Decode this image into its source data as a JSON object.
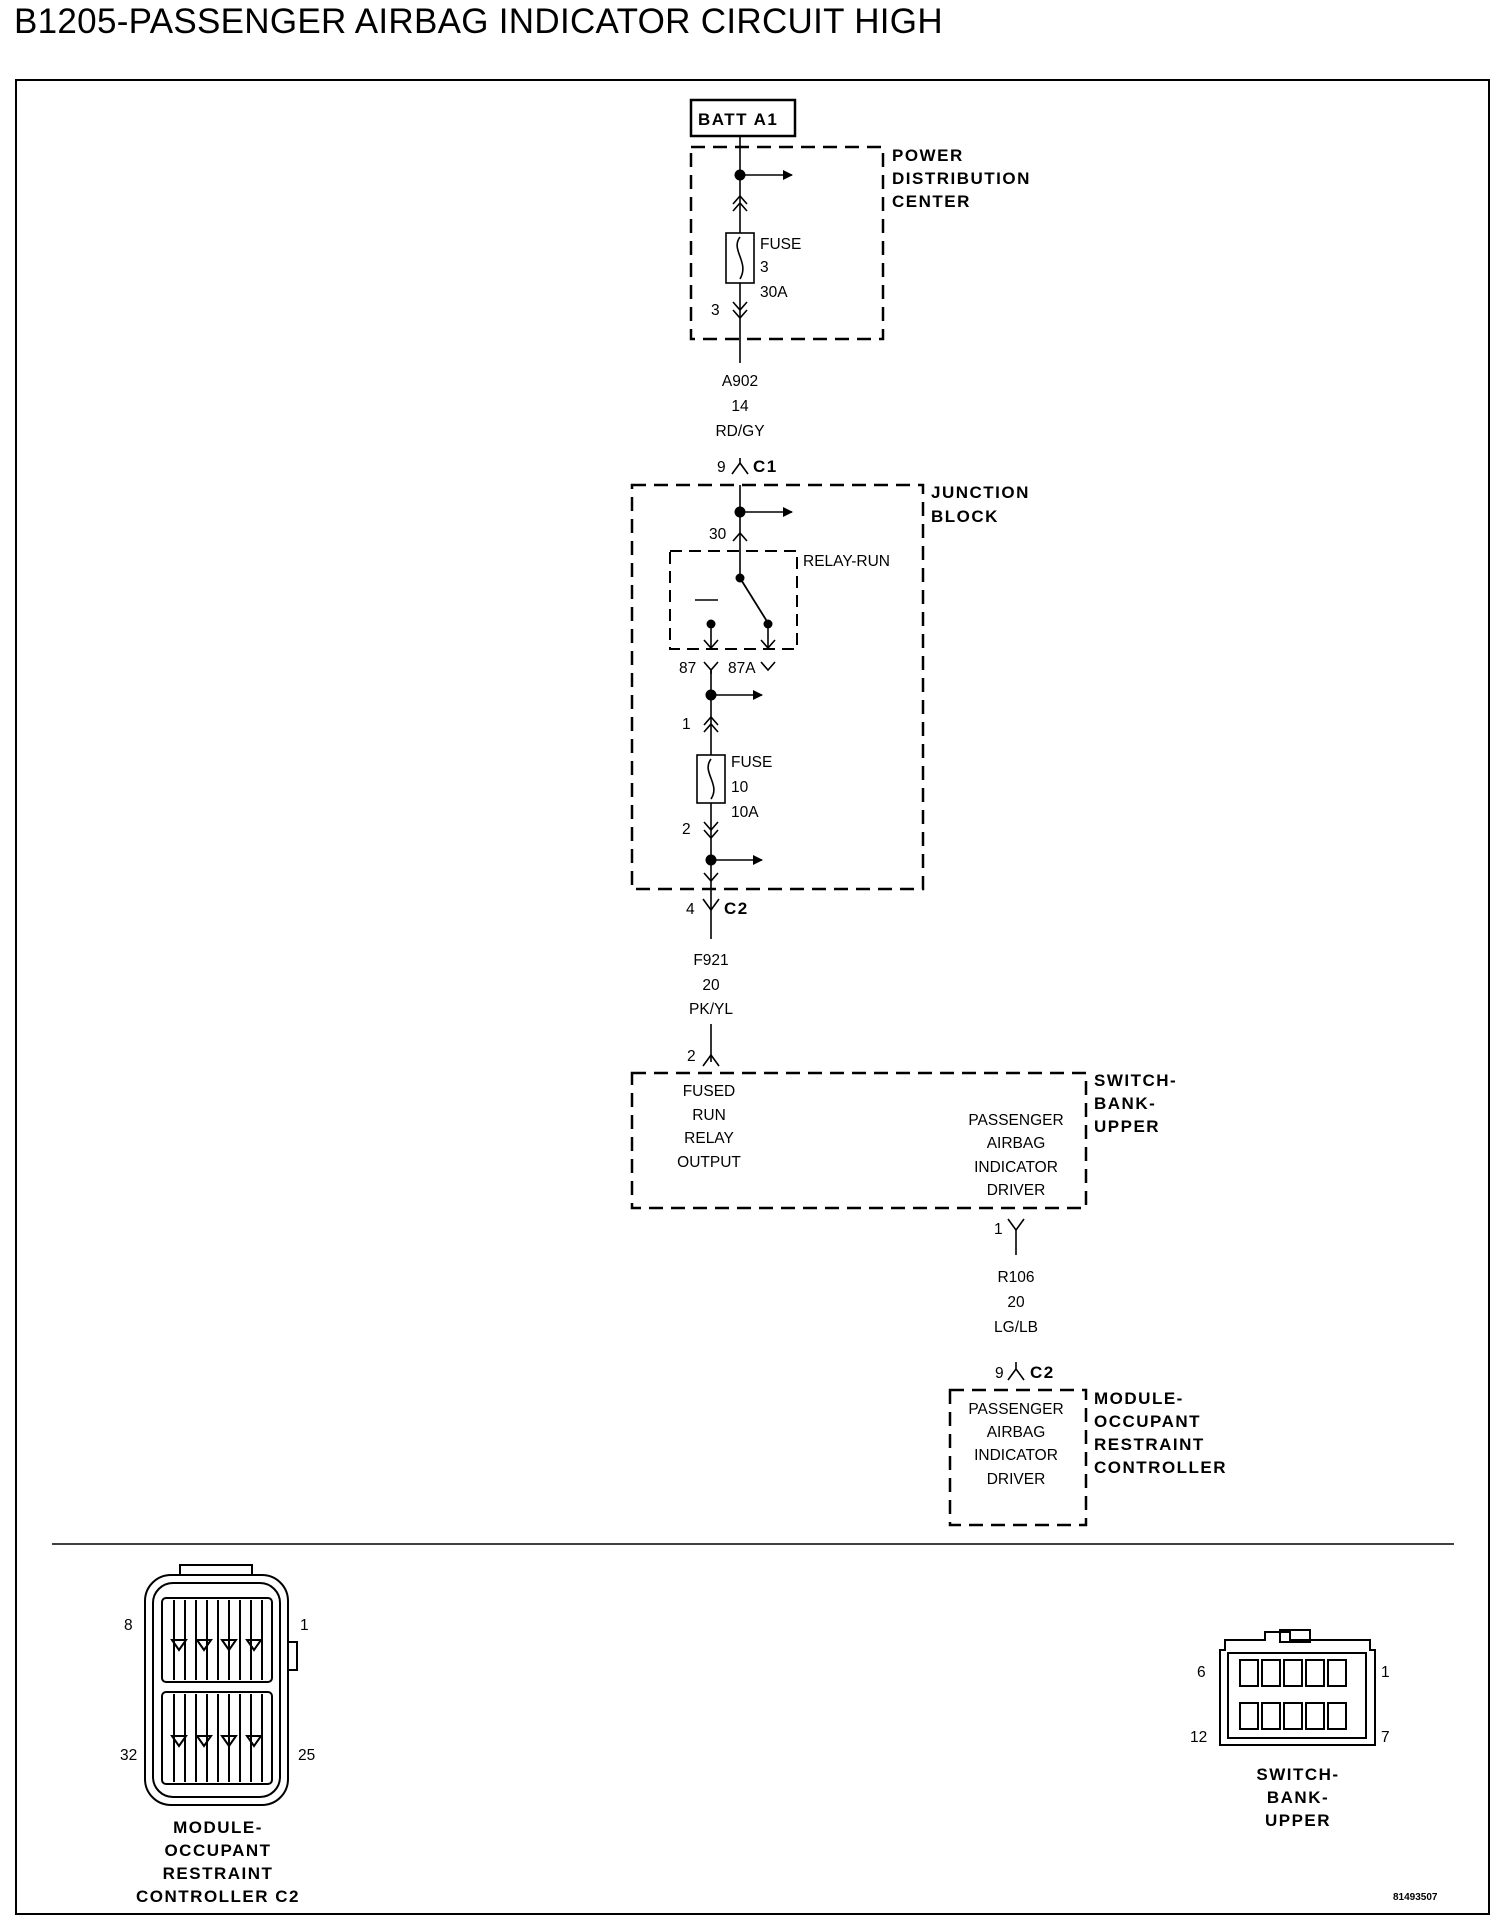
{
  "title": "B1205-PASSENGER AIRBAG INDICATOR CIRCUIT HIGH",
  "batt": "BATT A1",
  "pdc": {
    "name": [
      "POWER",
      "DISTRIBUTION",
      "CENTER"
    ],
    "fuse": [
      "FUSE",
      "3",
      "30A"
    ],
    "pin": "3"
  },
  "wire1": [
    "A902",
    "14",
    "RD/GY"
  ],
  "c1": {
    "pin": "9",
    "name": "C1"
  },
  "jb": {
    "name": [
      "JUNCTION",
      "BLOCK"
    ],
    "relay_pin": "30",
    "relay": "RELAY-RUN",
    "pin87": "87",
    "pin87a": "87A",
    "fuse_in": "1",
    "fuse": [
      "FUSE",
      "10",
      "10A"
    ],
    "fuse_out": "2"
  },
  "c2a": {
    "pin": "4",
    "name": "C2"
  },
  "wire2": [
    "F921",
    "20",
    "PK/YL"
  ],
  "sbu": {
    "name": [
      "SWITCH-",
      "BANK-",
      "UPPER"
    ],
    "in_pin": "2",
    "in_label": [
      "FUSED",
      "RUN",
      "RELAY",
      "OUTPUT"
    ],
    "out_label": [
      "PASSENGER",
      "AIRBAG",
      "INDICATOR",
      "DRIVER"
    ],
    "out_pin": "1"
  },
  "wire3": [
    "R106",
    "20",
    "LG/LB"
  ],
  "c2b": {
    "pin": "9",
    "name": "C2"
  },
  "orc": {
    "name": [
      "MODULE-",
      "OCCUPANT",
      "RESTRAINT",
      "CONTROLLER"
    ],
    "label": [
      "PASSENGER",
      "AIRBAG",
      "INDICATOR",
      "DRIVER"
    ]
  },
  "conn_left": {
    "pins": [
      "8",
      "1",
      "32",
      "25"
    ],
    "name": [
      "MODULE-",
      "OCCUPANT",
      "RESTRAINT",
      "CONTROLLER C2"
    ]
  },
  "conn_right": {
    "pins": [
      "6",
      "1",
      "12",
      "7"
    ],
    "name": [
      "SWITCH-",
      "BANK-",
      "UPPER"
    ]
  },
  "figure_id": "81493507"
}
